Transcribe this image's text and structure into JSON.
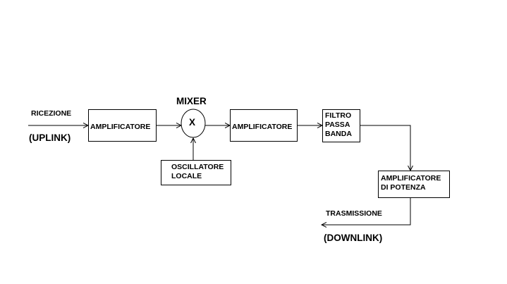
{
  "labels": {
    "input_top": "RICEZIONE",
    "input_bottom": "(UPLINK)",
    "mixer_title": "MIXER",
    "mixer_symbol": "X",
    "output_top": "TRASMISSIONE",
    "output_bottom": "(DOWNLINK)"
  },
  "blocks": {
    "amp1": [
      "AMPLIFICATORE"
    ],
    "amp2": [
      "AMPLIFICATORE"
    ],
    "oscillator": [
      "OSCILLATORE",
      "LOCALE"
    ],
    "filter": [
      "FILTRO",
      "PASSA",
      "BANDA"
    ],
    "power_amp": [
      "AMPLIFICATORE",
      "DI POTENZA"
    ]
  },
  "colors": {
    "line": "#000000",
    "background": "#ffffff"
  }
}
